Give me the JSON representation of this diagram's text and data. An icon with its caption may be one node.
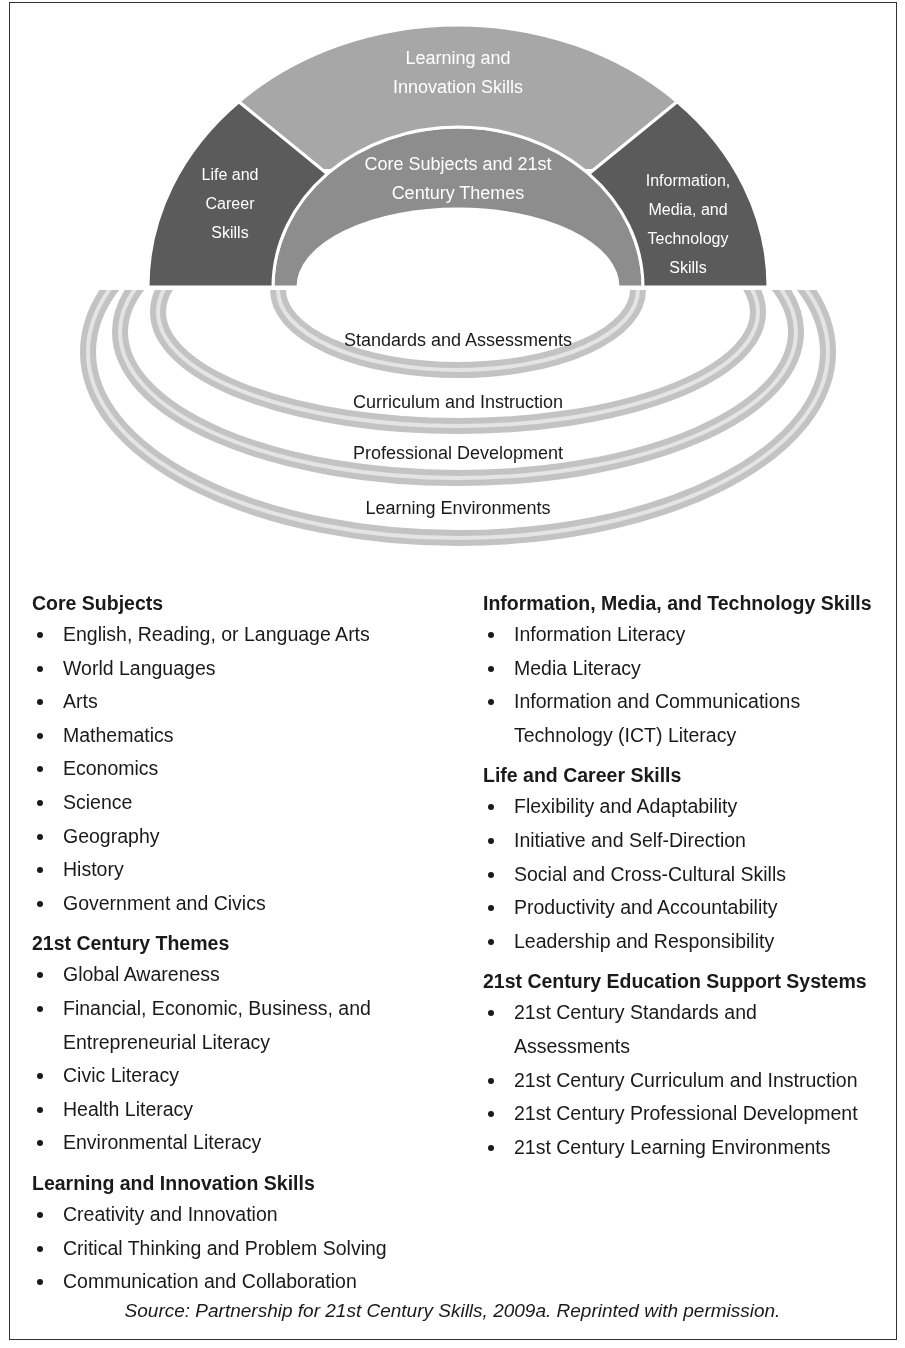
{
  "diagram": {
    "nodes": [
      {
        "text": [
          "Learning and Innovation Skills"
        ]
      },
      {
        "text": [
          "Life and Career Skills"
        ]
      },
      {
        "text": [
          "Core Subjects and 21st Century Themes"
        ]
      },
      {
        "text": [
          "Information, Media, and Technology Skills"
        ]
      },
      {
        "text": [
          "Standards and Assessments"
        ],
        "in": 5
      },
      {
        "text": [
          "Curriculum and Instruction"
        ],
        "in": 6
      },
      {
        "text": [
          "Professional Development"
        ],
        "in": 7
      },
      {
        "text": [
          "Learning Environments"
        ]
      }
    ],
    "labels": [
      "Core Subjects",
      "English, Reading, or Language Arts",
      "World Languages",
      "Arts",
      "Mathematics",
      "Economics",
      "Science",
      "Geography",
      "History",
      "Government and Civics",
      "21st Century Themes",
      "Global Awareness",
      "Financial, Economic, Business, and Entrepreneurial Literacy",
      "Civic Literacy",
      "Health Literacy",
      "Environmental Literacy",
      "Learning and Innovation Skills",
      "Creativity and Innovation",
      "Critical Thinking and Problem Solving",
      "Communication and Collaboration",
      "Information, Media, and Technology Skills",
      "Information Literacy",
      "Media Literacy",
      "Information and Communications Technology (ICT) Literacy",
      "Life and Career Skills",
      "Flexibility and Adaptability",
      "Initiative and Self-Direction",
      "Social and Cross-Cultural Skills",
      "Productivity and Accountability",
      "Leadership and Responsibility",
      "21st Century Education Support Systems",
      "21st Century Standards and Assessments",
      "21st Century Curriculum and Instruction",
      "21st Century Professional Development",
      "21st Century Learning Environments"
    ],
    "caption": "Source: Partnership for 21st Century Skills, 2009a. Reprinted with permission."
  }
}
